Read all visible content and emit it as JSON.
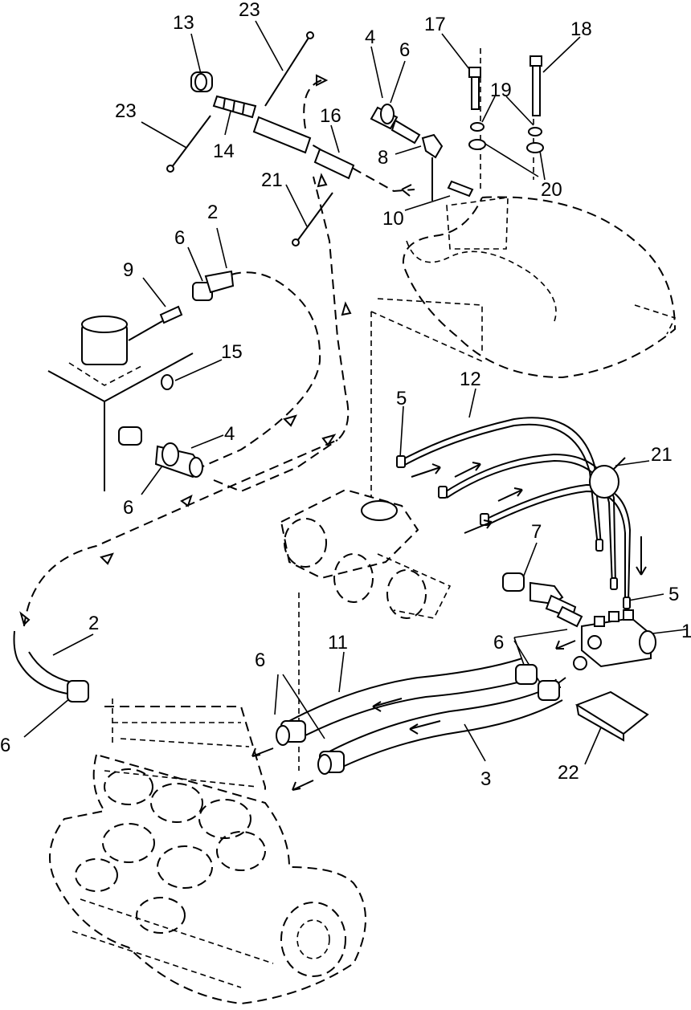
{
  "diagram": {
    "callouts": [
      {
        "id": "c13",
        "text": "13"
      },
      {
        "id": "c23a",
        "text": "23"
      },
      {
        "id": "c23b",
        "text": "23"
      },
      {
        "id": "c14",
        "text": "14"
      },
      {
        "id": "c4a",
        "text": "4"
      },
      {
        "id": "c6a",
        "text": "6"
      },
      {
        "id": "c17",
        "text": "17"
      },
      {
        "id": "c18",
        "text": "18"
      },
      {
        "id": "c19",
        "text": "19"
      },
      {
        "id": "c16",
        "text": "16"
      },
      {
        "id": "c8",
        "text": "8"
      },
      {
        "id": "c20",
        "text": "20"
      },
      {
        "id": "c21a",
        "text": "21"
      },
      {
        "id": "c10",
        "text": "10"
      },
      {
        "id": "c2a",
        "text": "2"
      },
      {
        "id": "c6b",
        "text": "6"
      },
      {
        "id": "c9",
        "text": "9"
      },
      {
        "id": "c15",
        "text": "15"
      },
      {
        "id": "c12",
        "text": "12"
      },
      {
        "id": "c5a",
        "text": "5"
      },
      {
        "id": "c4b",
        "text": "4"
      },
      {
        "id": "c6c",
        "text": "6"
      },
      {
        "id": "c21b",
        "text": "21"
      },
      {
        "id": "c7",
        "text": "7"
      },
      {
        "id": "c5b",
        "text": "5"
      },
      {
        "id": "c2b",
        "text": "2"
      },
      {
        "id": "c6d",
        "text": "6"
      },
      {
        "id": "c1",
        "text": "1"
      },
      {
        "id": "c11",
        "text": "11"
      },
      {
        "id": "c6e",
        "text": "6"
      },
      {
        "id": "c6f",
        "text": "6"
      },
      {
        "id": "c3",
        "text": "3"
      },
      {
        "id": "c22",
        "text": "22"
      }
    ]
  }
}
